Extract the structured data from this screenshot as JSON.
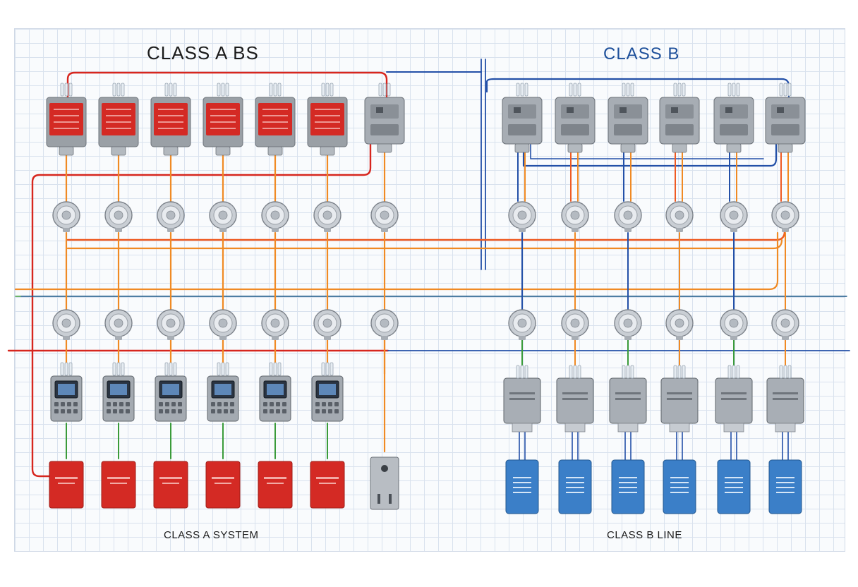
{
  "labels": {
    "class_a_title": "CLASS A BS",
    "class_b_title": "CLASS B",
    "class_a_caption": "CLASS A SYSTEM",
    "class_b_caption": "CLASS B LINE"
  },
  "colors": {
    "red_wire": "#d7261e",
    "blue_wire": "#2350a8",
    "orange_wire": "#f08a24",
    "orange_red_wire": "#ef5a22",
    "green_wire": "#3a9b3a",
    "red_unit": "#d42a24",
    "grey_unit": "#8f949b",
    "blue_unit": "#3b7fc8",
    "title_b": "#1d4f9a"
  },
  "class_a": {
    "top_units": [
      "red-breaker",
      "red-breaker",
      "red-breaker",
      "red-breaker",
      "red-breaker",
      "red-breaker",
      "grey-breaker"
    ],
    "bottom_units": [
      "red-box",
      "red-box",
      "red-box",
      "red-box",
      "red-box",
      "red-box",
      "grey-outlet"
    ]
  },
  "class_b": {
    "top_units": [
      "grey-breaker",
      "grey-breaker",
      "grey-breaker",
      "grey-breaker",
      "grey-breaker",
      "grey-breaker"
    ],
    "bottom_units": [
      "blue-box",
      "blue-box",
      "blue-box",
      "blue-box",
      "blue-box",
      "blue-box"
    ]
  }
}
